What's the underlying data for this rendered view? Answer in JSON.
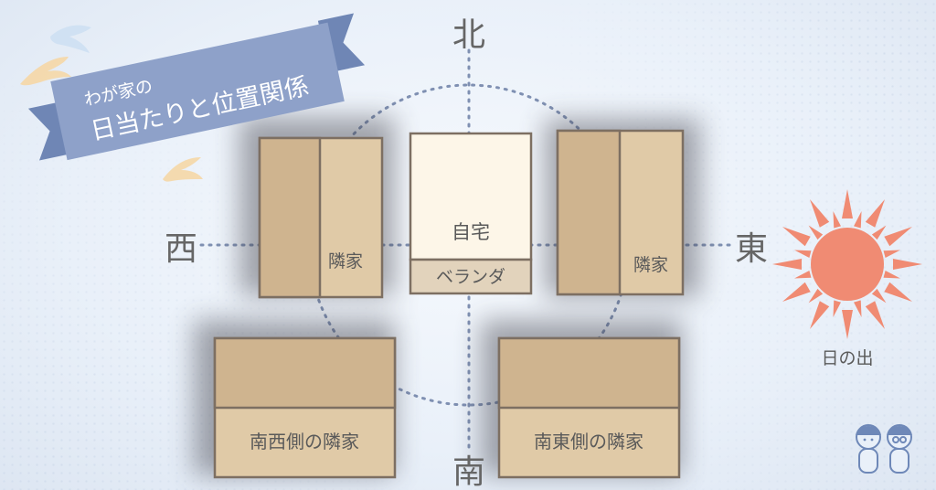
{
  "banner": {
    "line1": "わが家の",
    "line2": "日当たりと位置関係"
  },
  "directions": {
    "north": "北",
    "south": "南",
    "east": "東",
    "west": "西"
  },
  "buildings": {
    "home": "自宅",
    "veranda": "ベランダ",
    "west_neighbor": "隣家",
    "east_neighbor": "隣家",
    "southwest_neighbor": "南西側の隣家",
    "southeast_neighbor": "南東側の隣家"
  },
  "sun": {
    "label": "日の出",
    "icon": "sun-icon"
  },
  "colors": {
    "banner": "#8ea1c9",
    "banner_dark": "#6f86b5",
    "building_dark": "#cfb48f",
    "building_light": "#e0caa7",
    "building_border": "#7d6f62",
    "home": "#fdf6e8",
    "veranda": "#e2d3bc",
    "sun": "#f08b73",
    "dotted_line": "#7f90b2"
  }
}
